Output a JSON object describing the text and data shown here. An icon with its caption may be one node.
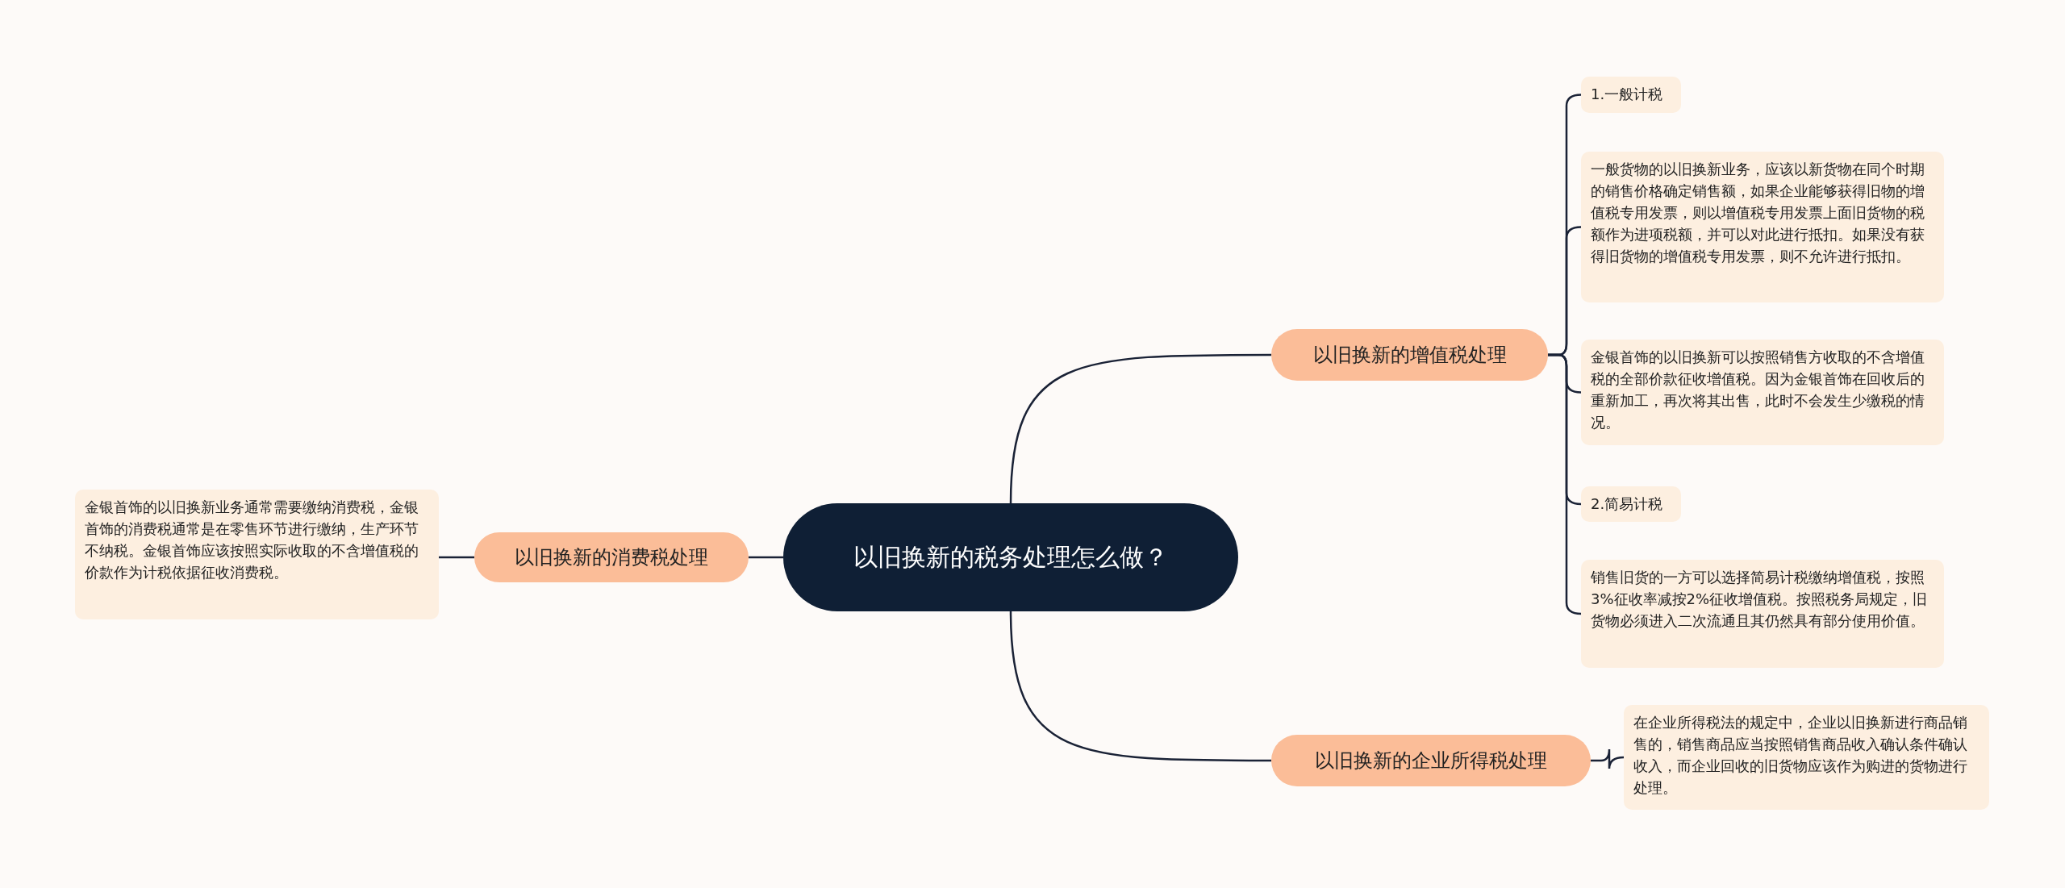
{
  "diagram": {
    "nodes": [
      {
        "text": [
          "以旧换新的税务处理怎么做？"
        ]
      },
      {
        "text": [
          "以旧换新的增值税处理"
        ]
      },
      {
        "text": [
          "1.一般计税"
        ]
      },
      {
        "text": [
          "一般货物的以旧换新业务，应该以新货物在同个时期的销售价格确定销售额，如果企业能够获得旧物的增值税专用发票，则以增值税专用发票上面旧货物的税额作为进项税额，并可以对此进行抵扣。如果没有获得旧货物的增值税专用发票，则不允许进行抵扣。"
        ]
      },
      {
        "text": [
          "金银首饰的以旧换新可以按照销售方收取的不含增值税的全部价款征收增值税。因为金银首饰在回收后的重新加工，再次将其出售，此时不会发生少缴税的情况。"
        ]
      },
      {
        "text": [
          "2.简易计税"
        ]
      },
      {
        "text": [
          "销售旧货的一方可以选择简易计税缴纳增值税，按照3%征收率减按2%征收增值税。按照税务局规定，旧货物必须进入二次流通且其仍然具有部分使用价值。"
        ]
      },
      {
        "text": [
          "以旧换新的企业所得税处理"
        ]
      },
      {
        "text": [
          "在企业所得税法的规定中，企业以旧换新进行商品销售的，销售商品应当按照销售商品收入确认条件确认收入，而企业回收的旧货物应该作为购进的货物进行处理。"
        ]
      },
      {
        "text": [
          "以旧换新的消费税处理"
        ]
      },
      {
        "text": [
          "金银首饰的以旧换新业务通常需要缴纳消费税，金银首饰的消费税通常是在零售环节进行缴纳，生产环节不纳税。金银首饰应该按照实际收取的不含增值税的价款作为计税依据征收消费税。"
        ]
      }
    ],
    "edges": [
      {
        "from": 0,
        "to": 1,
        "arrow": "none"
      },
      {
        "from": 1,
        "to": 2,
        "arrow": "none"
      },
      {
        "from": 1,
        "to": 3,
        "arrow": "none"
      },
      {
        "from": 1,
        "to": 4,
        "arrow": "none"
      },
      {
        "from": 1,
        "to": 5,
        "arrow": "none"
      },
      {
        "from": 1,
        "to": 6,
        "arrow": "none"
      },
      {
        "from": 0,
        "to": 7,
        "arrow": "none"
      },
      {
        "from": 7,
        "to": 8,
        "arrow": "none"
      },
      {
        "from": 0,
        "to": 9,
        "arrow": "none"
      },
      {
        "from": 9,
        "to": 10,
        "arrow": "none"
      }
    ]
  }
}
